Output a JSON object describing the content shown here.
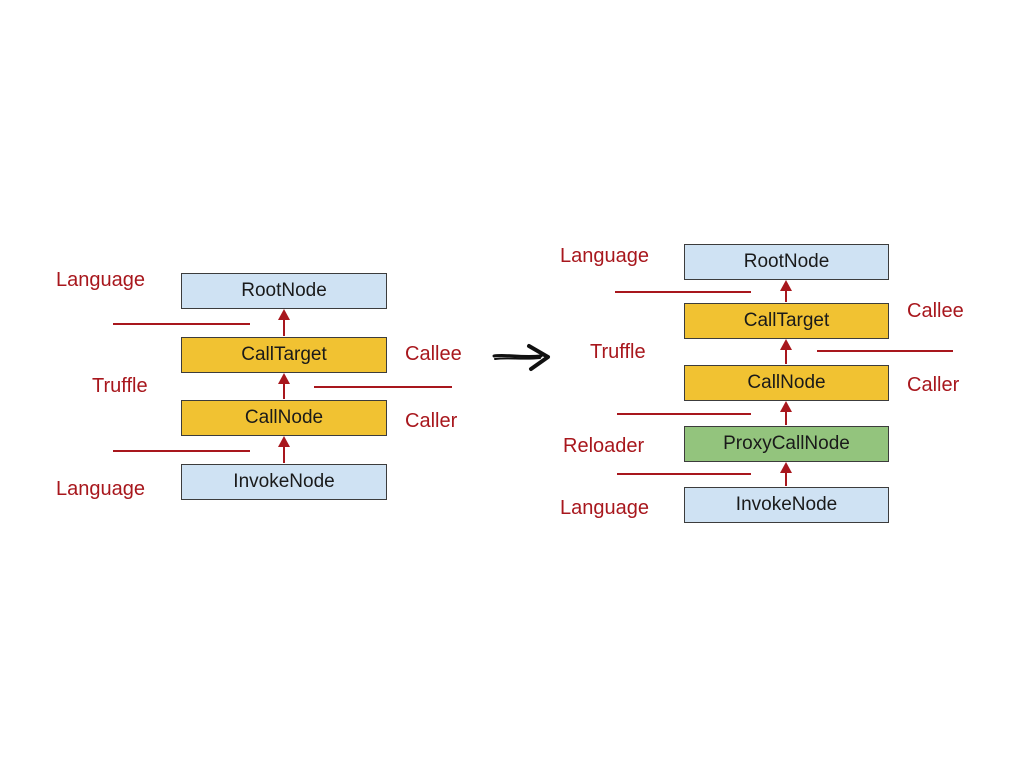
{
  "colors": {
    "layer_label": "#a8171d",
    "arrow": "#a8171d",
    "language_node_fill": "#cfe2f3",
    "truffle_node_fill": "#f1c232",
    "reloader_node_fill": "#93c47d",
    "transition_arrow": "#111111"
  },
  "left": {
    "nodes": {
      "root": "RootNode",
      "call_target": "CallTarget",
      "call_node": "CallNode",
      "invoke": "InvokeNode"
    },
    "labels": {
      "language_top": "Language",
      "truffle": "Truffle",
      "language_bottom": "Language",
      "callee": "Callee",
      "caller": "Caller"
    }
  },
  "right": {
    "nodes": {
      "root": "RootNode",
      "call_target": "CallTarget",
      "call_node": "CallNode",
      "proxy": "ProxyCallNode",
      "invoke": "InvokeNode"
    },
    "labels": {
      "language_top": "Language",
      "truffle": "Truffle",
      "reloader": "Reloader",
      "language_bottom": "Language",
      "callee": "Callee",
      "caller": "Caller"
    }
  },
  "transition": {
    "icon": "right-arrow-icon"
  }
}
